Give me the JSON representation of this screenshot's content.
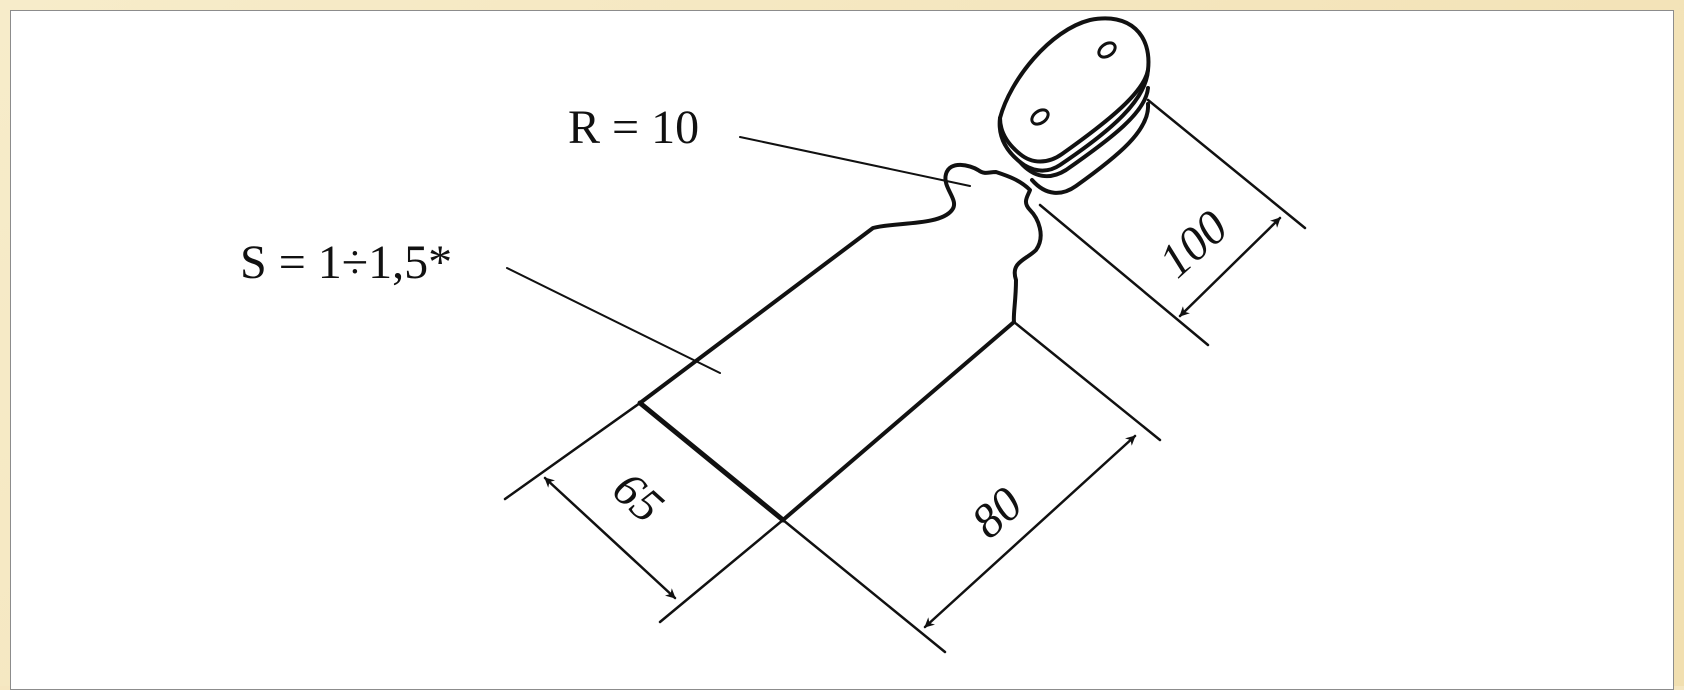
{
  "labels": {
    "radius": "R = 10",
    "thickness": "S = 1÷1,5*",
    "dim_blade_width": "65",
    "dim_blade_length": "80",
    "dim_handle_length": "100"
  },
  "colors": {
    "frame": "#f3e3b8",
    "canvas": "#ffffff",
    "ink": "#111111"
  }
}
